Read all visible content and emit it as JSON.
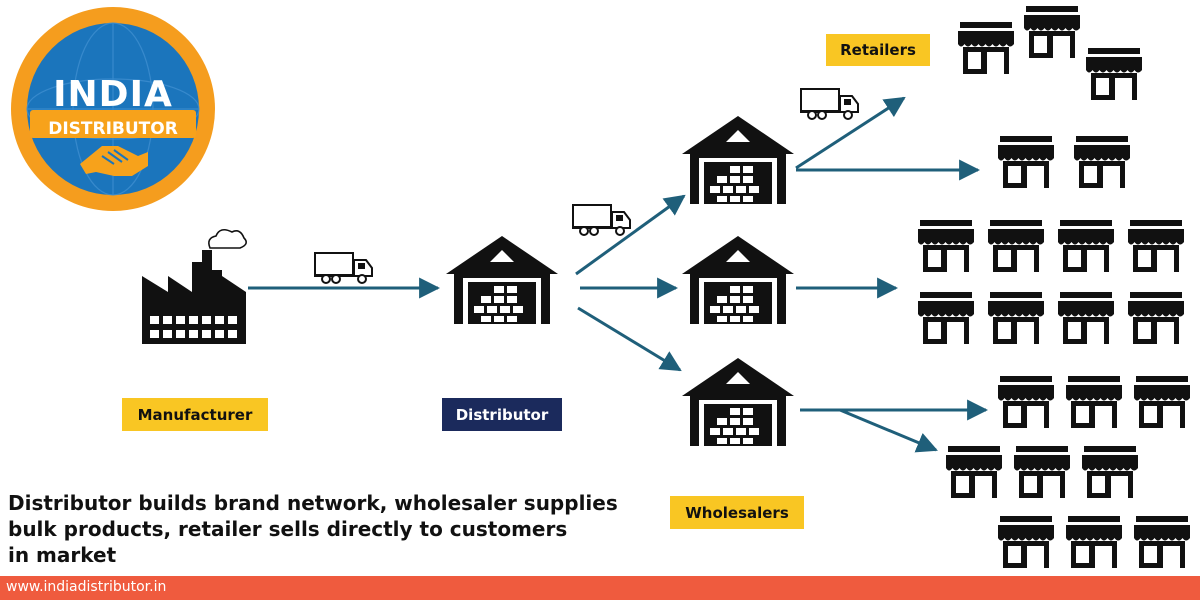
{
  "logo": {
    "line1": "INDIA",
    "line2": "DISTRIBUTOR",
    "colors": {
      "ring": "#F59D1E",
      "disc": "#1B75BC",
      "ribbon": "#F7A21B"
    }
  },
  "nodes": {
    "manufacturer": "Manufacturer",
    "distributor": "Distributor",
    "wholesalers": "Wholesalers",
    "retailers": "Retailers"
  },
  "caption": [
    "Distributor builds brand network, wholesaler supplies",
    "bulk products, retailer sells directly to customers",
    "in market"
  ],
  "footer": {
    "url": "www.indiadistributor.in",
    "color": "#EF5B3E"
  },
  "colors": {
    "arrow": "#1F5F7A",
    "label_yellow": "#F9C623",
    "label_navy": "#1B2A5C",
    "icon": "#111111"
  },
  "icons": [
    "factory-icon",
    "warehouse-icon",
    "truck-icon",
    "store-icon",
    "handshake-icon",
    "globe-icon"
  ]
}
